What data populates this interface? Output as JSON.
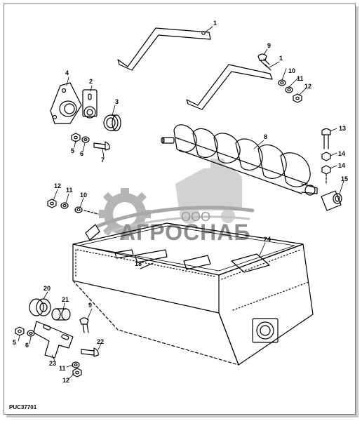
{
  "figure_code": "PUC37701",
  "watermark": {
    "line1": "ООО",
    "line2": "АГРОСНАБ"
  },
  "callouts": {
    "c1a": "1",
    "c1b": "1",
    "c2": "2",
    "c3": "3",
    "c4": "4",
    "c5a": "5",
    "c5b": "5",
    "c6a": "6",
    "c6b": "6",
    "c7": "7",
    "c8": "8",
    "c9a": "9",
    "c9b": "9",
    "c10a": "10",
    "c10b": "10",
    "c11a": "11",
    "c11b": "11",
    "c11c": "11",
    "c12a": "12",
    "c12b": "12",
    "c12c": "12",
    "c13": "13",
    "c14a": "14",
    "c14b": "14",
    "c15": "15",
    "c18": "18",
    "c20": "20",
    "c21": "21",
    "c22": "22",
    "c23": "23",
    "c24": "24"
  }
}
